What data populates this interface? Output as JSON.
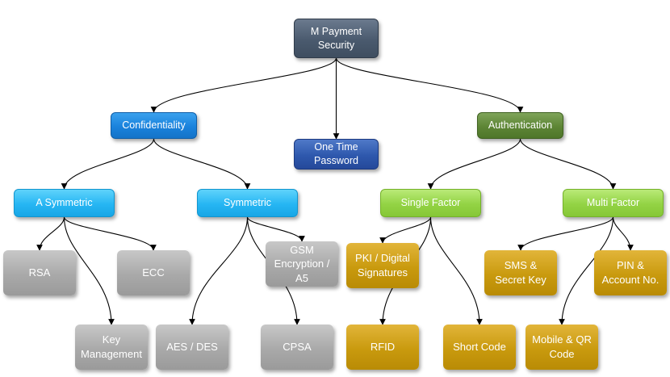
{
  "nodes": {
    "root": "M Payment\nSecurity",
    "confidentiality": "Confidentiality",
    "otp": "One Time\nPassword",
    "authentication": "Authentication",
    "asymmetric": "A Symmetric",
    "symmetric": "Symmetric",
    "single_factor": "Single Factor",
    "multi_factor": "Multi Factor",
    "rsa": "RSA",
    "ecc": "ECC",
    "key_management": "Key\nManagement",
    "gsm": "GSM\nEncryption /\nA5",
    "aes_des": "AES / DES",
    "cpsa": "CPSA",
    "pki": "PKI / Digital\nSignatures",
    "rfid": "RFID",
    "short_code": "Short Code",
    "sms_secret": "SMS &\nSecret Key",
    "pin_account": "PIN &\nAccount No.",
    "mobile_qr": "Mobile & QR\nCode"
  },
  "colors": {
    "root": "#4a5a6e",
    "confidentiality": "#1a82dc",
    "one_time_password": "#2e58ad",
    "authentication": "#5d8535",
    "level2_confidentiality": "#26b6f3",
    "level2_authentication": "#93d344",
    "leaf_confidentiality": "#a9a9a9",
    "leaf_authentication": "#c99a0e",
    "connector": "#000000"
  },
  "edges": [
    [
      "root",
      "confidentiality"
    ],
    [
      "root",
      "otp"
    ],
    [
      "root",
      "authentication"
    ],
    [
      "confidentiality",
      "asymmetric"
    ],
    [
      "confidentiality",
      "symmetric"
    ],
    [
      "authentication",
      "single_factor"
    ],
    [
      "authentication",
      "multi_factor"
    ],
    [
      "asymmetric",
      "rsa"
    ],
    [
      "asymmetric",
      "ecc"
    ],
    [
      "asymmetric",
      "key_management"
    ],
    [
      "symmetric",
      "gsm"
    ],
    [
      "symmetric",
      "aes_des"
    ],
    [
      "symmetric",
      "cpsa"
    ],
    [
      "single_factor",
      "pki"
    ],
    [
      "single_factor",
      "rfid"
    ],
    [
      "single_factor",
      "short_code"
    ],
    [
      "multi_factor",
      "sms_secret"
    ],
    [
      "multi_factor",
      "pin_account"
    ],
    [
      "multi_factor",
      "mobile_qr"
    ]
  ]
}
